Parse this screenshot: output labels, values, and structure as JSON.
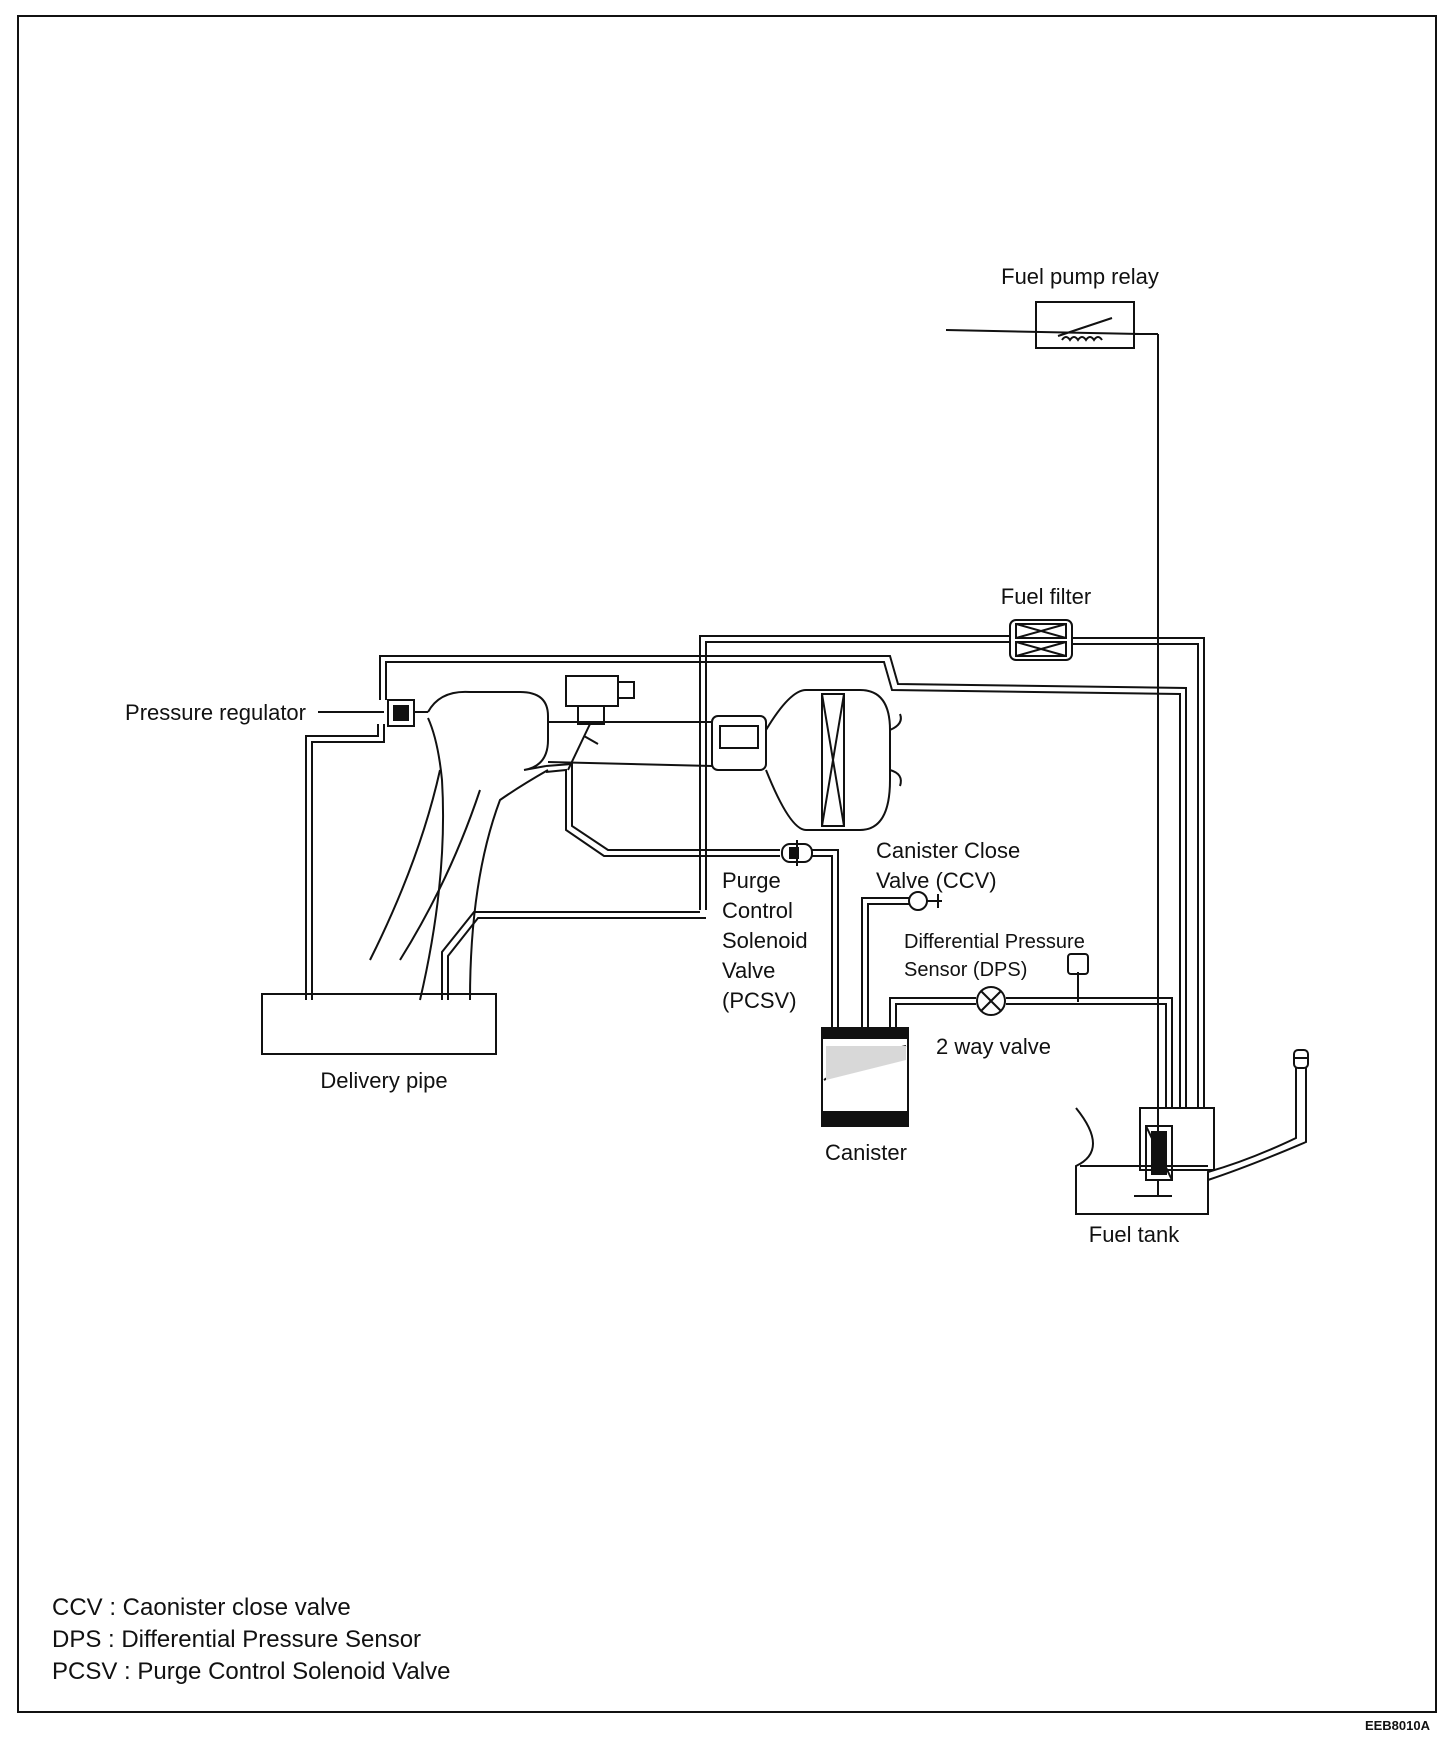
{
  "labels": {
    "fuel_pump_relay": "Fuel pump relay",
    "fuel_filter": "Fuel filter",
    "pressure_regulator": "Pressure regulator",
    "delivery_pipe": "Delivery pipe",
    "pcsv": [
      "Purge",
      "Control",
      "Solenoid",
      "Valve",
      "(PCSV)"
    ],
    "ccv": [
      "Canister Close",
      "Valve (CCV)"
    ],
    "dps": [
      "Differential Pressure",
      "Sensor (DPS)"
    ],
    "two_way_valve": "2 way valve",
    "canister": "Canister",
    "fuel_tank": "Fuel tank"
  },
  "legend": [
    "CCV : Caonister close valve",
    "DPS : Differential Pressure Sensor",
    "PCSV : Purge Control Solenoid Valve"
  ],
  "figure_id": "EEB8010A"
}
